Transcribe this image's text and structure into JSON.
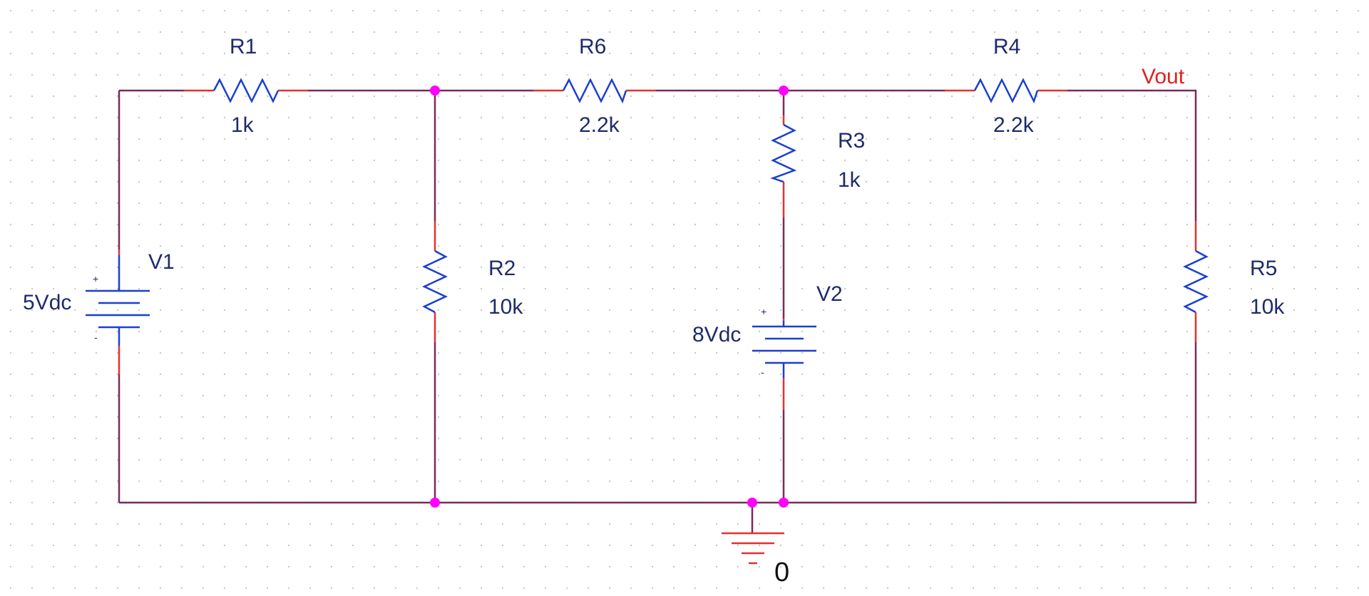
{
  "components": {
    "r1": {
      "ref": "R1",
      "value": "1k"
    },
    "r6": {
      "ref": "R6",
      "value": "2.2k"
    },
    "r4": {
      "ref": "R4",
      "value": "2.2k"
    },
    "r3": {
      "ref": "R3",
      "value": "1k"
    },
    "r2": {
      "ref": "R2",
      "value": "10k"
    },
    "r5": {
      "ref": "R5",
      "value": "10k"
    },
    "v1": {
      "ref": "V1",
      "value": "5Vdc",
      "plus": "+",
      "minus": "-"
    },
    "v2": {
      "ref": "V2",
      "value": "8Vdc",
      "plus": "+",
      "minus": "-"
    }
  },
  "nets": {
    "vout": "Vout",
    "ground": "0"
  },
  "colors": {
    "wire": "#7a2a5a",
    "lead": "#e53030",
    "part": "#1a3fd0",
    "junction": "#ff00ff",
    "net_label": "#e02020",
    "grid_dot": "#c8c8c8"
  }
}
